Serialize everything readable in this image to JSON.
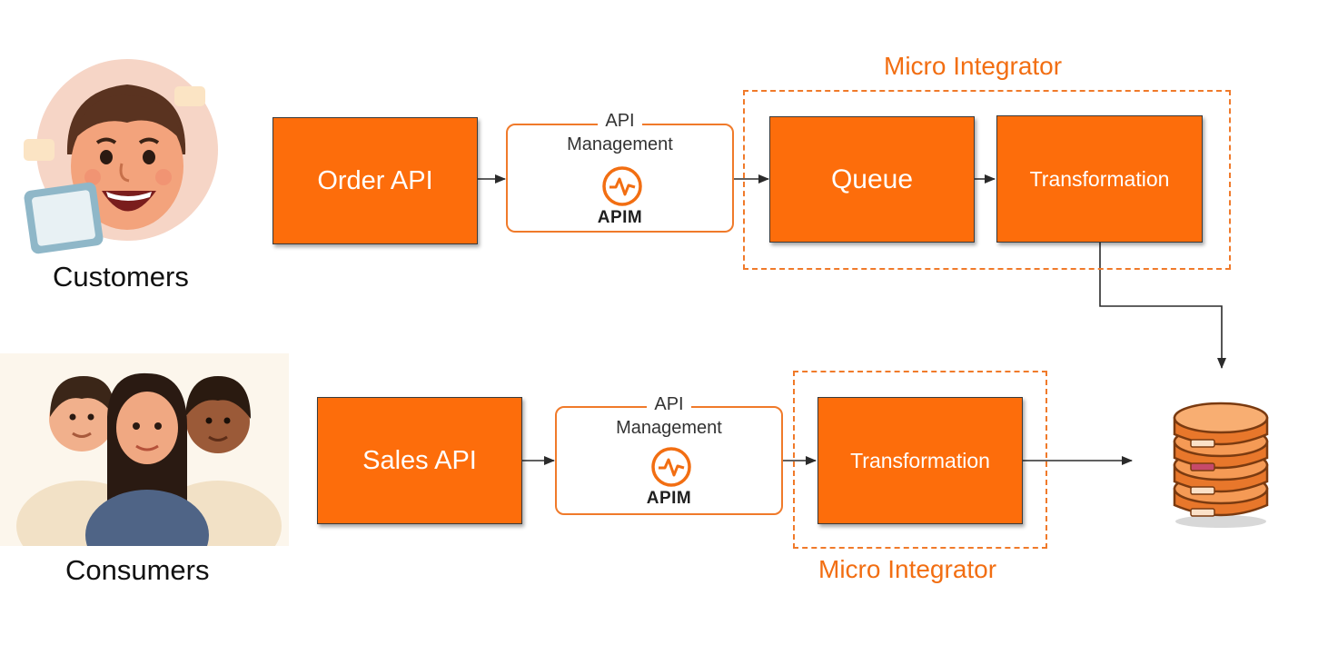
{
  "actors": {
    "customers": "Customers",
    "consumers": "Consumers"
  },
  "top_flow": {
    "api": "Order API",
    "gateway": {
      "title_line1": "API",
      "title_line2": "Management",
      "badge": "APIM"
    },
    "integrator_label": "Micro Integrator",
    "queue": "Queue",
    "transformation": "Transformation"
  },
  "bottom_flow": {
    "api": "Sales API",
    "gateway": {
      "title_line1": "API",
      "title_line2": "Management",
      "badge": "APIM"
    },
    "integrator_label": "Micro Integrator",
    "transformation": "Transformation"
  },
  "colors": {
    "box_fill": "#fd6d0b",
    "accent": "#f26e12",
    "arrow": "#2b2b2b"
  },
  "icons": [
    "customer-avatar-illustration",
    "consumers-group-illustration",
    "apim-pulse-icon",
    "database-icon"
  ]
}
